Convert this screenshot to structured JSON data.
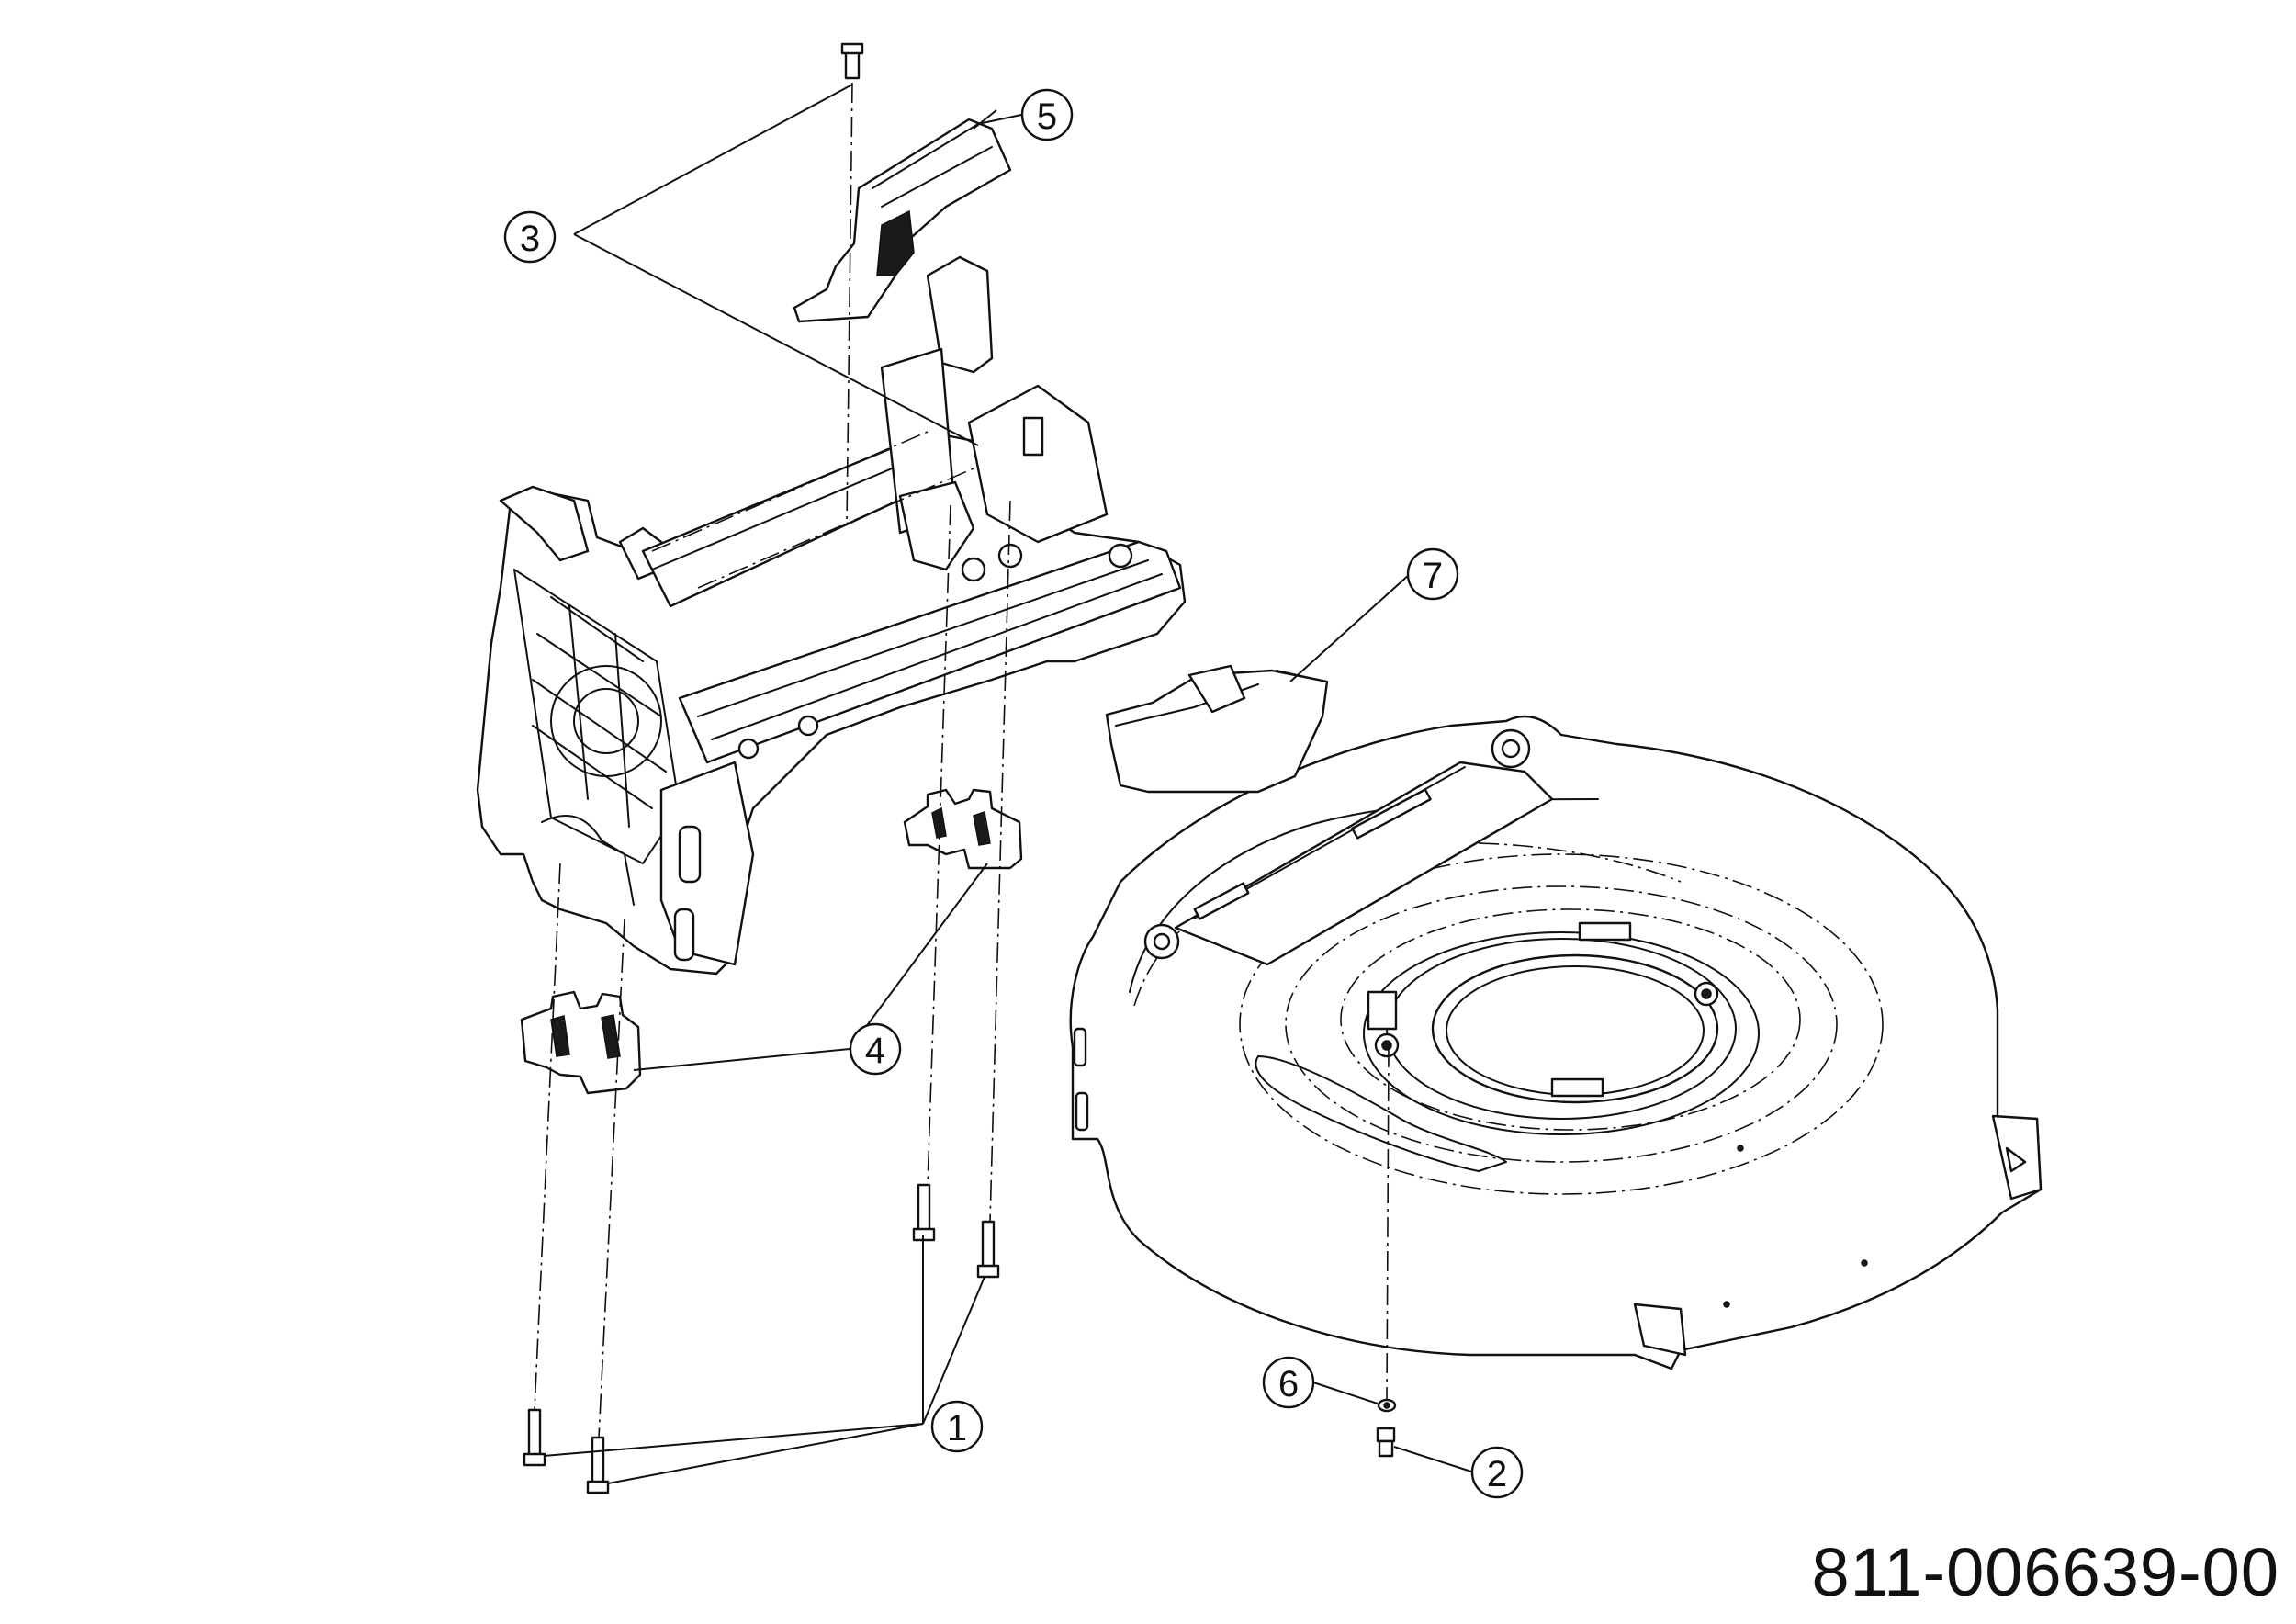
{
  "document": {
    "part_number": "811-006639-00"
  },
  "callouts": [
    {
      "id": "callout-1",
      "label": "1"
    },
    {
      "id": "callout-2",
      "label": "2"
    },
    {
      "id": "callout-3",
      "label": "3"
    },
    {
      "id": "callout-4",
      "label": "4"
    },
    {
      "id": "callout-5",
      "label": "5"
    },
    {
      "id": "callout-6",
      "label": "6"
    },
    {
      "id": "callout-7",
      "label": "7"
    }
  ],
  "colors": {
    "line": "#111111",
    "background": "#ffffff"
  }
}
